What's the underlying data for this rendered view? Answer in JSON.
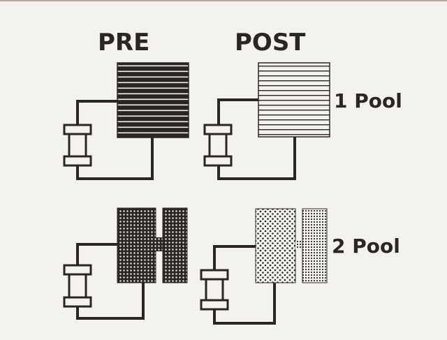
{
  "figure": {
    "column_pre": "PRE",
    "column_post": "POST",
    "row_1": "1 Pool",
    "row_2": "2 Pool"
  },
  "colors": {
    "ink": "#2a2624",
    "paper": "#f4f2ef"
  }
}
